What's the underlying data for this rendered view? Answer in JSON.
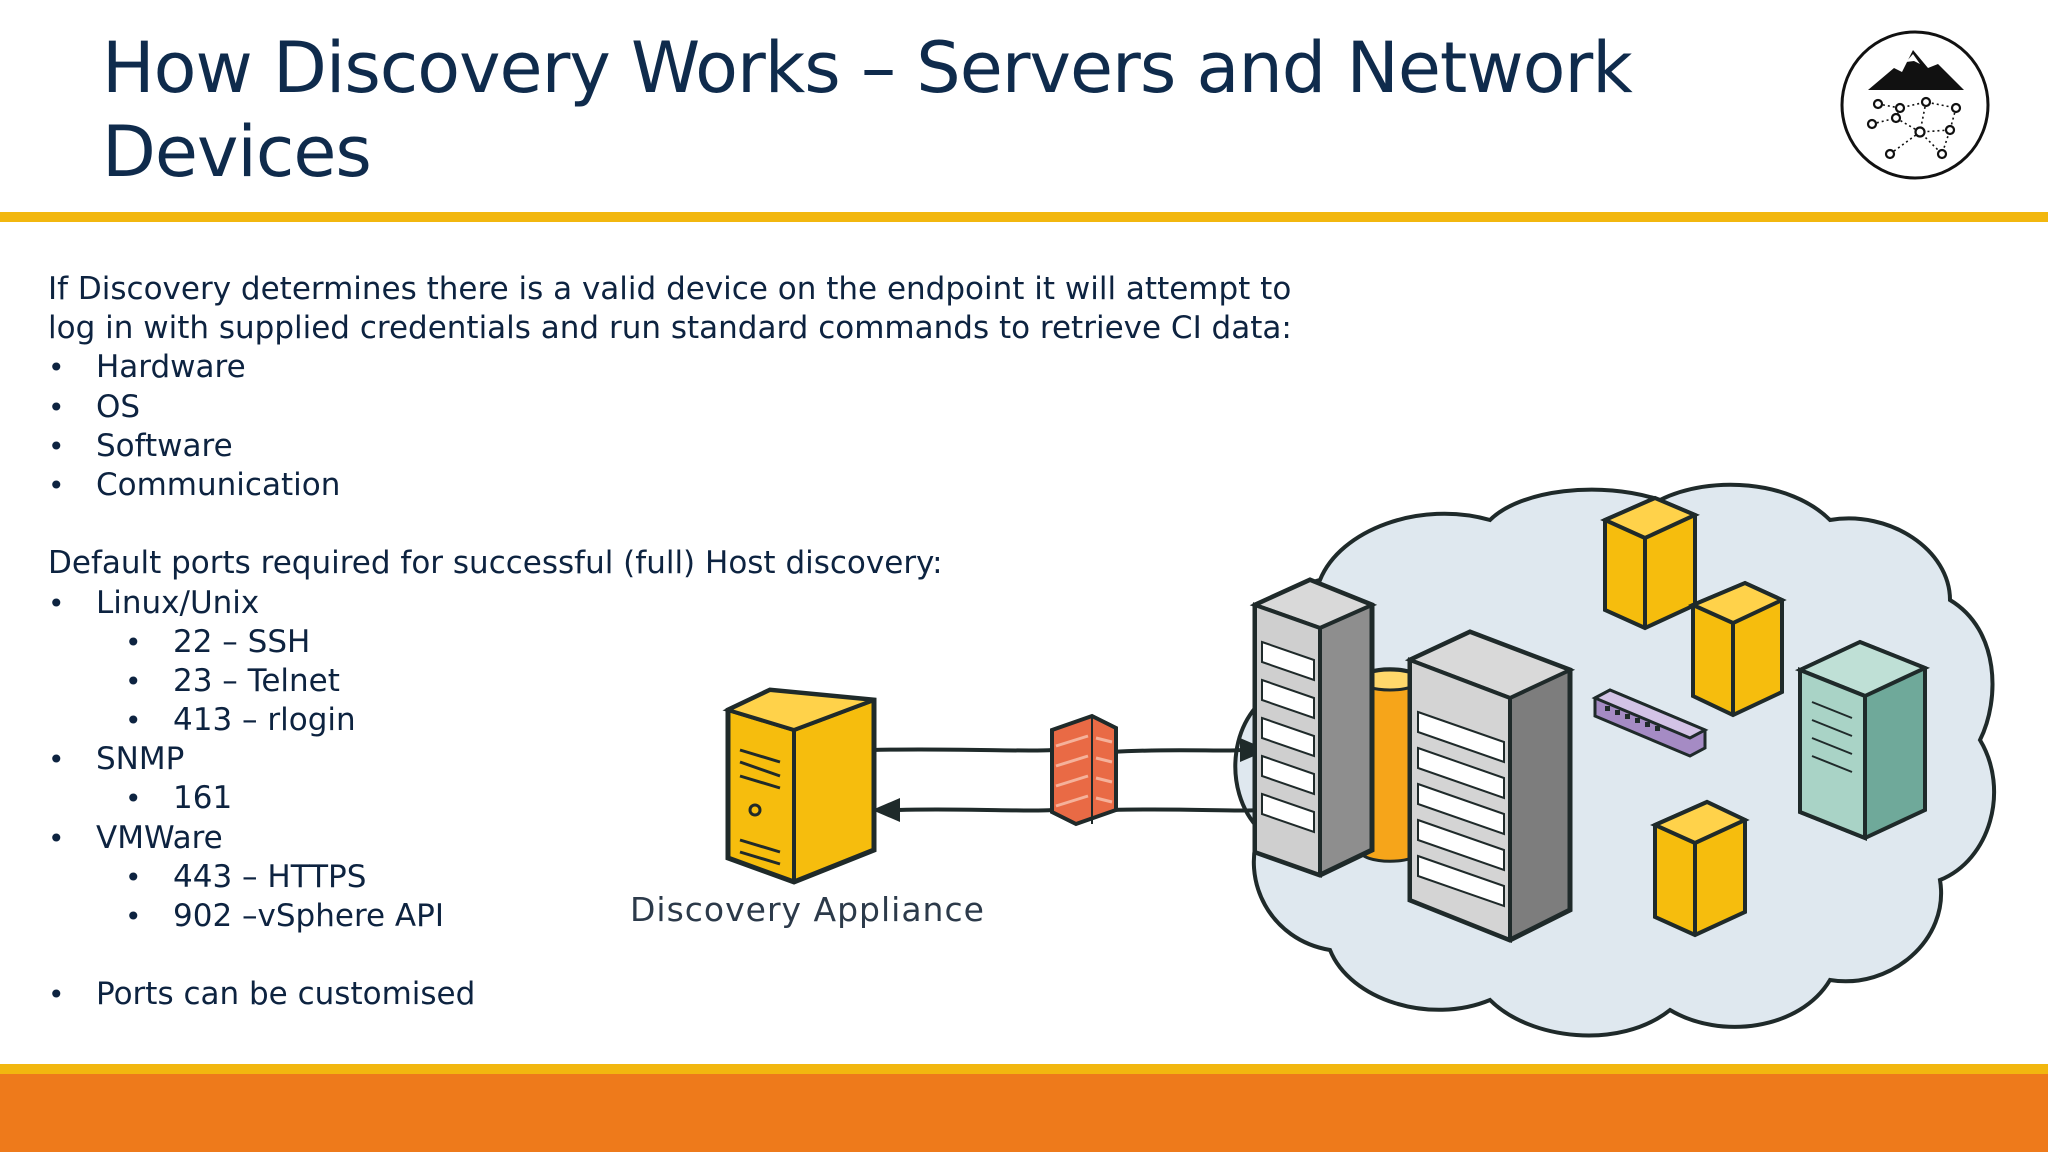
{
  "slide": {
    "title": "How Discovery Works – Servers and Network Devices",
    "accent_colors": {
      "yellow": "#f2b70f",
      "orange": "#ee7a1b",
      "title_navy": "#0f2b4c"
    }
  },
  "body": {
    "intro_line1": "If Discovery determines there is a valid device on the endpoint it will attempt to",
    "intro_line2": "log in with supplied credentials and run standard commands to retrieve CI data:",
    "ci_items": [
      "Hardware",
      "OS",
      "Software",
      "Communication"
    ],
    "ports_heading": "Default ports required for successful (full) Host discovery:",
    "port_groups": [
      {
        "label": "Linux/Unix",
        "ports": [
          "22 – SSH",
          "23 – Telnet",
          "413 – rlogin"
        ]
      },
      {
        "label": "SNMP",
        "ports": [
          "161"
        ]
      },
      {
        "label": "VMWare",
        "ports": [
          "443 – HTTPS",
          "902 –vSphere API"
        ]
      }
    ],
    "footnote": "Ports can be customised",
    "bullet_char": "•"
  },
  "diagram": {
    "appliance_label": "Discovery Appliance",
    "icons": [
      "mountain-network-logo-icon",
      "server-tower-icon",
      "firewall-icon",
      "server-rack-icon",
      "network-switch-icon",
      "cloud-icon"
    ]
  }
}
